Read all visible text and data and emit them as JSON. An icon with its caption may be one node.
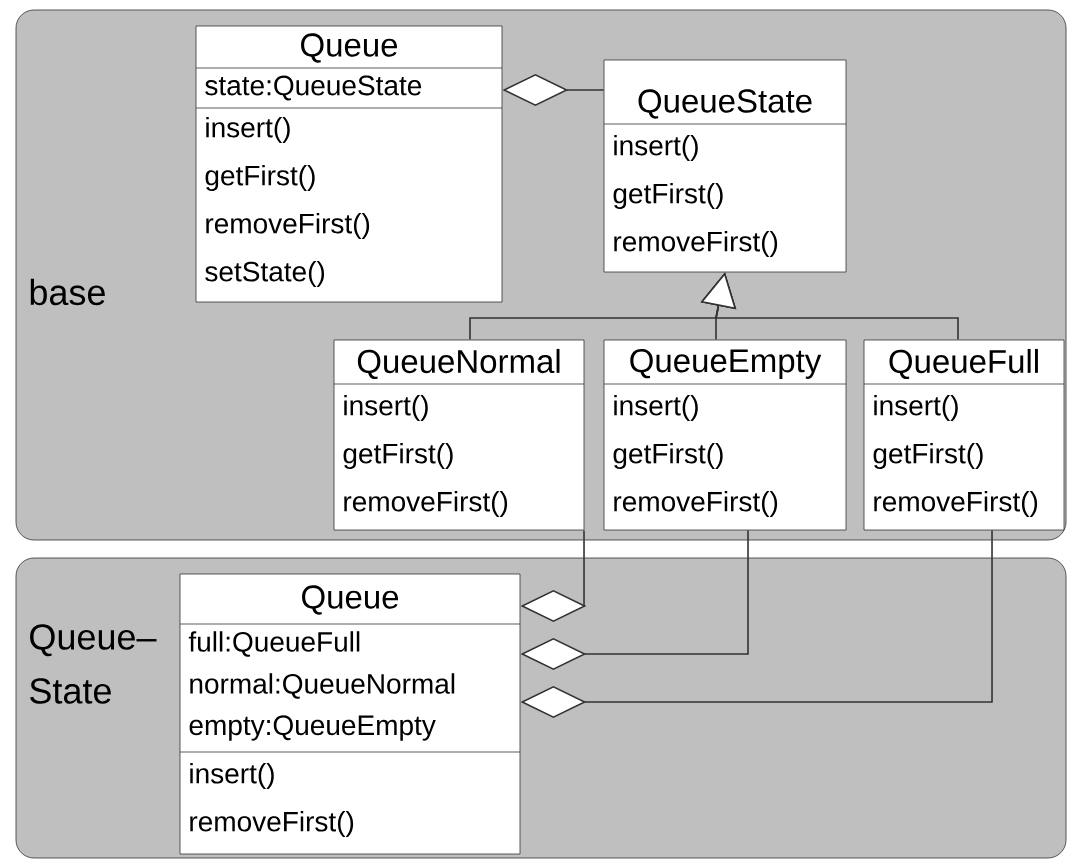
{
  "diagram": {
    "nodes": [
      {
        "text": [
          "base"
        ]
      },
      {
        "text": [
          "Queue",
          "state:QueueState",
          "insert()",
          "getFirst()",
          "removeFirst()",
          "setState()"
        ],
        "in": 0
      },
      {
        "text": [
          "QueueState",
          "insert()",
          "getFirst()",
          "removeFirst()"
        ],
        "in": 0
      },
      {
        "text": [
          "QueueNormal",
          "insert()",
          "getFirst()",
          "removeFirst()"
        ],
        "in": 0
      },
      {
        "text": [
          "QueueEmpty",
          "insert()",
          "getFirst()",
          "removeFirst()"
        ],
        "in": 0
      },
      {
        "text": [
          "QueueFull",
          "insert()",
          "getFirst()",
          "removeFirst()"
        ],
        "in": 0
      },
      {
        "text": [
          "Queue– State"
        ]
      },
      {
        "text": [
          "Queue",
          "full:QueueFull",
          "normal:QueueNormal",
          "empty:QueueEmpty",
          "insert()",
          "removeFirst()"
        ],
        "in": 6
      }
    ],
    "edges": [
      {
        "from": 2,
        "to": 1,
        "arrow": "other"
      },
      {
        "from": 3,
        "to": 2,
        "arrow": "to"
      },
      {
        "from": 4,
        "to": 2,
        "arrow": "to"
      },
      {
        "from": 5,
        "to": 2,
        "arrow": "to"
      },
      {
        "from": 3,
        "to": 7,
        "arrow": "other"
      },
      {
        "from": 4,
        "to": 7,
        "arrow": "other"
      },
      {
        "from": 5,
        "to": 7,
        "arrow": "other"
      }
    ]
  }
}
